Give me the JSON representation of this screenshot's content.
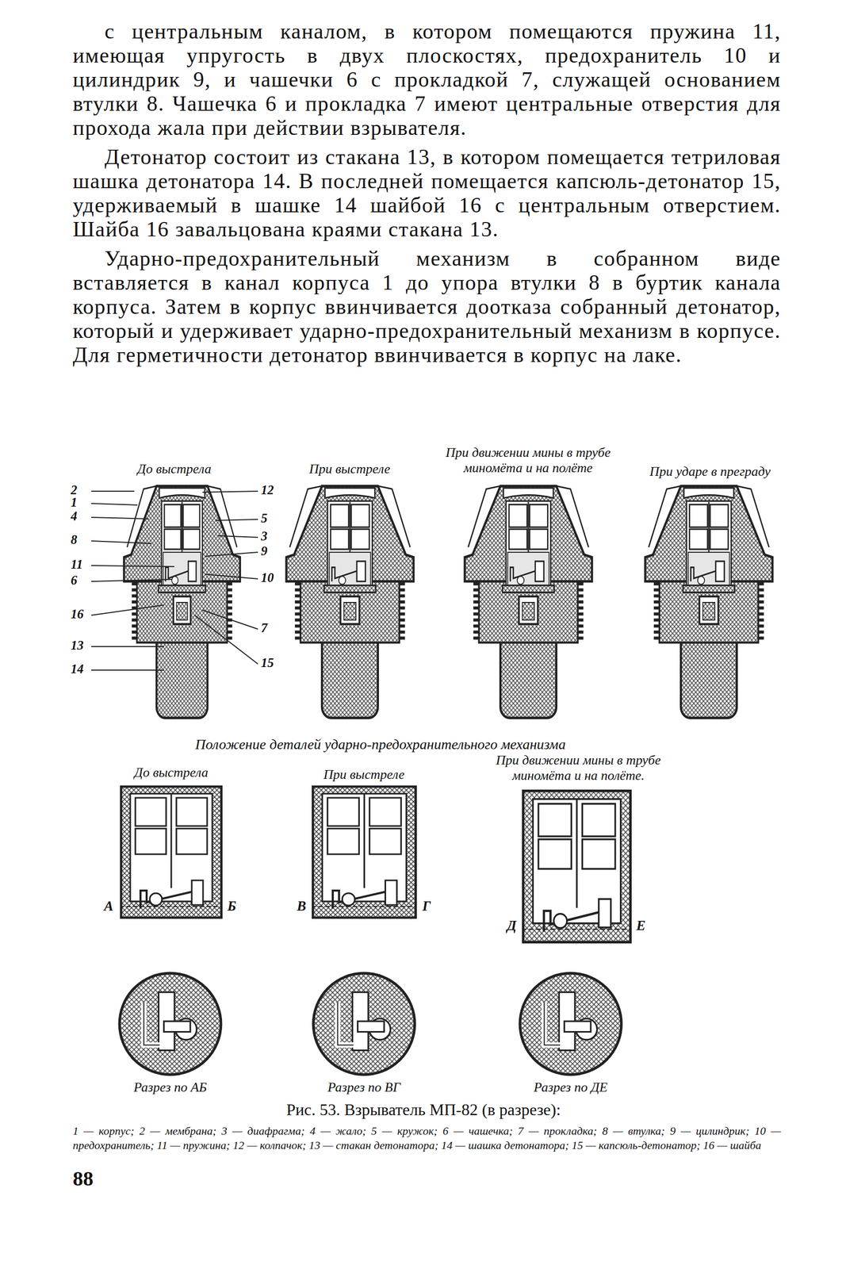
{
  "diagram": {
    "caption": "Рис. 53. Взрыватель МП-82 (в разрезе):",
    "labels": [
      "с центральным каналом, в котором помещаются пружина 11, имеющая упругость в двух плоскостях, предохранитель 10 и цилиндрик 9, и чашечки 6 с прокладкой 7, служащей основанием втулки 8. Чашечка 6 и прокладка 7 имеют центральные отверстия для прохода жала при действии взрывателя.",
      "Детонатор состоит из стакана 13, в котором помещается тетриловая шашка детонатора 14. В последней помещается капсюль-детонатор 15, удерживаемый в шашке 14 шайбой 16 с центральным отверстием. Шайба 16 завальцована краями стакана 13.",
      "Ударно-предохранительный механизм в собранном виде вставляется в канал корпуса 1 до упора втулки 8 в буртик канала корпуса. Затем в корпус ввинчивается доотказа собранный детонатор, который и удерживает ударно-предохранительный механизм в корпусе. Для герметичности детонатор ввинчивается в корпус на лаке.",
      "До выстрела",
      "При выстреле",
      "При движении мины в трубе миномёта и на полёте",
      "При ударе в преграду",
      "2",
      "1",
      "4",
      "8",
      "11",
      "6",
      "16",
      "13",
      "14",
      "12",
      "5",
      "3",
      "9",
      "10",
      "7",
      "15",
      "Положение деталей ударно-предохранительного механизма",
      "До выстрела",
      "При выстреле",
      "При движении мины в трубе миномёта и на полёте.",
      "А",
      "Б",
      "В",
      "Г",
      "Д",
      "Е",
      "Разрез по АБ",
      "Разрез по ВГ",
      "Разрез по ДЕ",
      "1 — корпус; 2 — мембрана; 3 — диафрагма; 4 — жало; 5 — кружок; 6 — чашечка; 7 — прокладка; 8 — втулка; 9 — цилиндрик; 10 — предохранитель; 11 — пружина; 12 — колпачок; 13 — стакан детонатора; 14 — шашка детонатора; 15 — капсюль-детонатор; 16 — шайба",
      "88"
    ]
  }
}
